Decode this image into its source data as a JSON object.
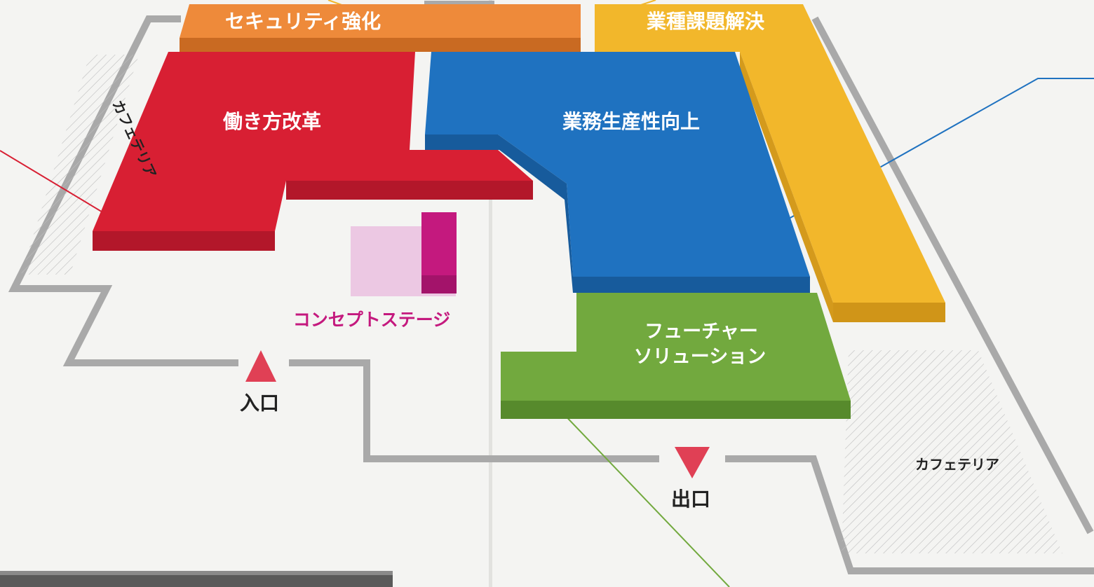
{
  "zones": {
    "security": {
      "label": "セキュリティ強化",
      "color": "#ee8a3a"
    },
    "industry": {
      "label": "業種課題解決",
      "color": "#f2b72b"
    },
    "workstyle": {
      "label": "働き方改革",
      "color": "#d81f33"
    },
    "productivity": {
      "label": "業務生産性向上",
      "color": "#1f72c0"
    },
    "future": {
      "label_line1": "フューチャー",
      "label_line2": "ソリューション",
      "color": "#72a93e"
    },
    "concept_stage": {
      "label": "コンセプトステージ",
      "color": "#c4197e"
    }
  },
  "cafeteria_left": {
    "label": "カフェテリア"
  },
  "cafeteria_right": {
    "label": "カフェテリア"
  },
  "entrance": {
    "label": "入口"
  },
  "exit": {
    "label": "出口"
  }
}
